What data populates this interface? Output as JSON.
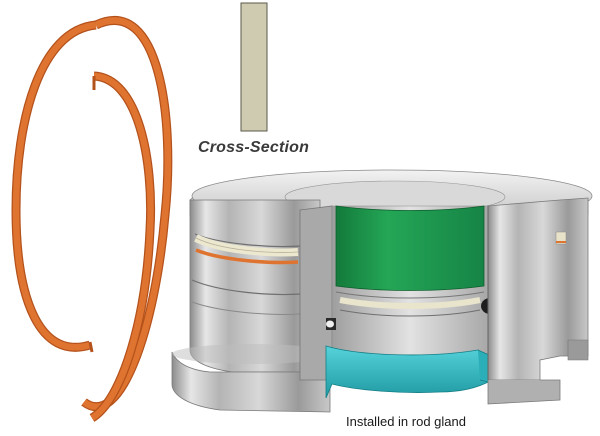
{
  "labels": {
    "cross_section": "Cross-Section",
    "installed": "Installed in rod gland"
  },
  "colors": {
    "ring": "#d9692a",
    "ring_dark": "#b4521c",
    "cross_section_fill": "#cfcbb0",
    "wiper_green": "#1f9a4e",
    "seal_cyan": "#34bcc4",
    "metal_light": "#dcdcdc",
    "metal_dark": "#7f7f7f",
    "o_ring_dark": "#1e1e1e"
  },
  "icons": {
    "ring": "split-backup-ring-drawing",
    "cross_section": "rectangular-cross-section-swatch",
    "gland": "rod-gland-cutaway-illustration"
  }
}
